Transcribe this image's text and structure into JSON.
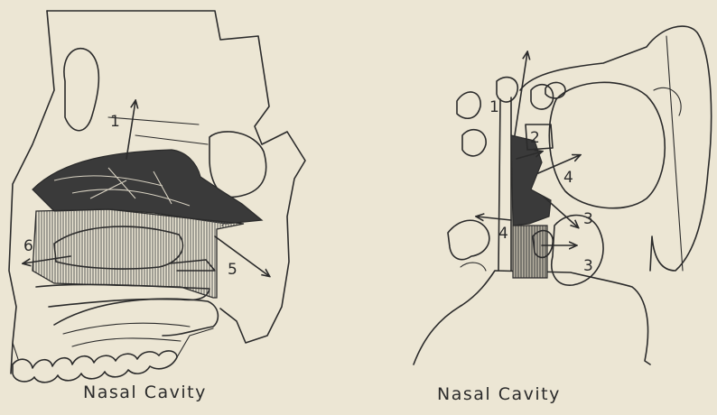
{
  "figures": {
    "left": {
      "caption": "Nasal Cavity",
      "labels": {
        "n1": "1",
        "n5": "5",
        "n6": "6"
      }
    },
    "right": {
      "caption": "Nasal Cavity",
      "labels": {
        "n1": "1",
        "n2": "2",
        "n3a": "3",
        "n3b": "3",
        "n4a": "4",
        "n4b": "4"
      }
    }
  },
  "colors": {
    "paper": "#ece6d4",
    "ink": "#2b2b2b",
    "shade": "#3a3a3a",
    "hatch": "#555555"
  }
}
